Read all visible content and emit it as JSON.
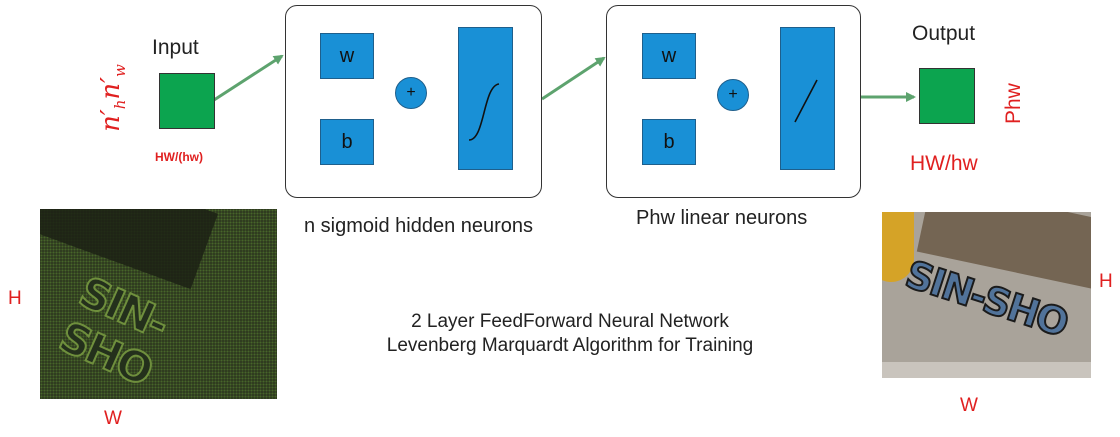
{
  "input": {
    "title": "Input",
    "size_label": "HW/(hw)",
    "side_symbol_n1": "n",
    "side_symbol_sub1": "h",
    "side_symbol_n2": "n",
    "side_symbol_sub2": "w"
  },
  "hidden_layer": {
    "weight_label": "w",
    "bias_label": "b",
    "sum_label": "+",
    "caption": "n sigmoid hidden neurons"
  },
  "output_layer": {
    "weight_label": "w",
    "bias_label": "b",
    "sum_label": "+",
    "caption": "Phw linear neurons"
  },
  "output": {
    "title": "Output",
    "size_label": "HW/hw",
    "side_label": "Phw"
  },
  "images": {
    "left_height_label": "H",
    "left_width_label": "W",
    "right_height_label": "H",
    "right_width_label": "W",
    "graffiti_text": "SIN-SHO"
  },
  "description": {
    "line1": "2 Layer FeedForward Neural Network",
    "line2": "Levenberg Marquardt Algorithm for Training"
  },
  "colors": {
    "neuron_blue": "#1990d6",
    "node_green": "#0ca44f",
    "arrow_green": "#5da36e",
    "label_red": "#e02020"
  }
}
